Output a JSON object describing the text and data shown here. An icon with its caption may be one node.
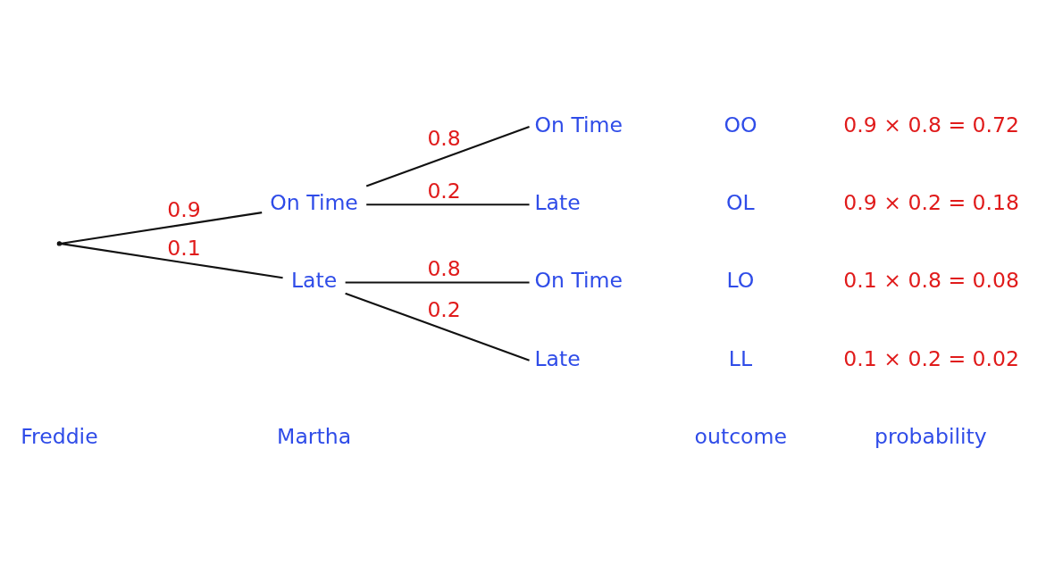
{
  "diagram": {
    "nodes": [
      {
        "text": [],
        "shape": "point"
      },
      {
        "text": [
          "On Time"
        ]
      },
      {
        "text": [
          "On Time"
        ],
        "beside": [
          "OO",
          "0.9 × 0.8 = 0.72"
        ]
      },
      {
        "text": [
          "Late"
        ],
        "beside": [
          "OL",
          "0.9 × 0.2 = 0.18"
        ]
      },
      {
        "text": [
          "Late"
        ]
      },
      {
        "text": [
          "On Time"
        ],
        "beside": [
          "LO",
          "0.1 × 0.8 = 0.08"
        ]
      },
      {
        "text": [
          "Late"
        ],
        "beside": [
          "LL",
          "0.1 × 0.2 = 0.02"
        ]
      }
    ],
    "edges": [
      {
        "from": 0,
        "to": 1,
        "arrow": "none",
        "label": "0.9"
      },
      {
        "from": 0,
        "to": 4,
        "arrow": "none",
        "label": "0.1"
      },
      {
        "from": 1,
        "to": 2,
        "arrow": "none",
        "label": "0.8"
      },
      {
        "from": 1,
        "to": 3,
        "arrow": "none",
        "label": "0.2"
      },
      {
        "from": 4,
        "to": 5,
        "arrow": "none",
        "label": "0.8"
      },
      {
        "from": 4,
        "to": 6,
        "arrow": "none",
        "label": "0.2"
      }
    ],
    "labels": [
      "Freddie",
      "Martha",
      "outcome",
      "probability"
    ]
  }
}
